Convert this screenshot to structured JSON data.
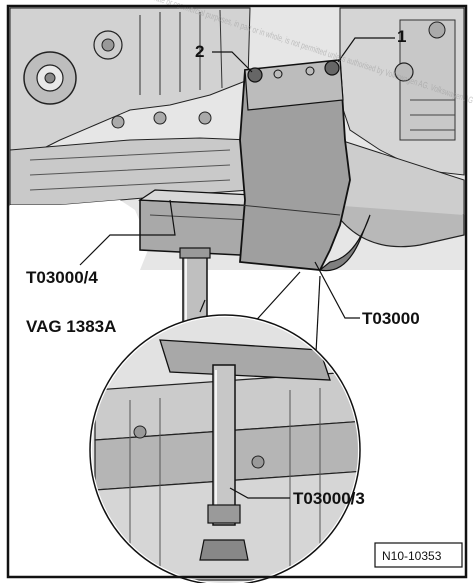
{
  "callouts": {
    "c1": "1",
    "c2": "2",
    "t4": "T03000/4",
    "vag": "VAG 1383A",
    "t0": "T03000",
    "t3": "T03000/3"
  },
  "figure_ref": "N10-10353",
  "watermark_text": "protected by copyright. Copying for private or commercial purposes, in part or in whole, is not permitted unless authorised by Volkswagen AG. Volkswagen AG does not guarantee or accept any liability",
  "colors": {
    "frame": "#111111",
    "line": "#1a1a1a",
    "shade_light": "#dcdcdc",
    "shade_mid": "#bdbdbd",
    "shade_dark": "#8a8a8a",
    "paper": "#ffffff"
  }
}
